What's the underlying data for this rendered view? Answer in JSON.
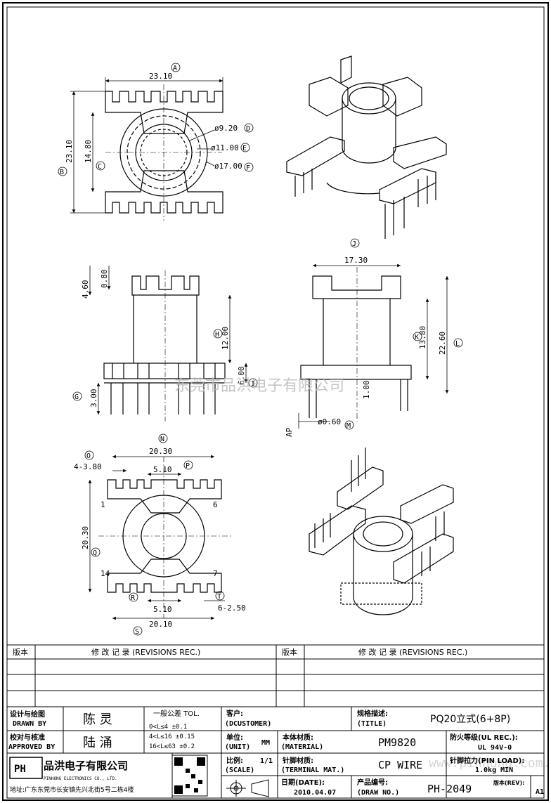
{
  "drawing": {
    "top_view": {
      "label_A": "A",
      "label_B": "B",
      "label_C": "C",
      "label_D": "D",
      "label_E": "E",
      "label_F": "F",
      "dim_width": "23.10",
      "dim_height": "23.10",
      "dim_inner": "14.80",
      "dim_d1": "ø9.20",
      "dim_d2": "ø11.00",
      "dim_d3": "ø17.00"
    },
    "front_view": {
      "label_G": "G",
      "label_H": "H",
      "label_I": "I",
      "dim_top": "4.60",
      "dim_flange": "0.80",
      "dim_body": "12.00",
      "dim_base": "6.00",
      "dim_pin": "3.00"
    },
    "side_view": {
      "label_J": "J",
      "label_K": "K",
      "label_L": "L",
      "label_M": "M",
      "dim_width": "17.30",
      "dim_mid": "13.80",
      "dim_total": "22.60",
      "dim_pin_dia": "ø0.60",
      "dim_pin_len": "1.00",
      "dim_ap": "AP"
    },
    "bottom_view": {
      "label_N": "N",
      "label_O": "O",
      "label_P": "P",
      "label_Q": "Q",
      "label_S": "S",
      "label_T": "T",
      "dim_width": "20.30",
      "dim_slots": "4-3.80",
      "dim_pitch_top": "5.10",
      "dim_height": "20.30",
      "dim_pitch_bottom": "5.10",
      "dim_slot_w": "6-2.50",
      "dim_base": "20.10",
      "pin_1": "1",
      "pin_6": "6",
      "pin_7": "7",
      "pin_14": "14"
    },
    "watermark": "东莞市品洪电子有限公司",
    "watermark_url": "www.pinhong.com.td"
  },
  "revisions": {
    "col1": "版本",
    "col2": "修 改 记 录 (REVISIONS REC.)",
    "col3": "版本",
    "col4": "修 改 记 录 (REVISIONS REC.)"
  },
  "title_block": {
    "design_label_cn": "设计与绘图",
    "design_label_en": "DRAWN BY",
    "designer": "陈 灵",
    "approve_label_cn": "校对与核准",
    "approve_label_en": "APPROVED BY",
    "approver": "陆 涌",
    "tol_title": "一般公差 TOL.",
    "tol_row1": "0<L≤4    ±0.1",
    "tol_row2": "4<L≤16   ±0.15",
    "tol_row3": "16<L≤63  ±0.2",
    "company_cn": "品洪电子有限公司",
    "company_en": "PINHONG ELECTRONICS CO., LTD.",
    "address": "地址:广东东莞市长安镇先兴北街5号二栋4楼",
    "customer_label_cn": "客户:",
    "customer_label_en": "(DCUSTOMER)",
    "unit_label_cn": "单位:",
    "unit_label_en": "(UNIT)",
    "unit": "MM",
    "scale_label_cn": "比例:",
    "scale_label_en": "(SCALE)",
    "scale": "1/1",
    "title_label_cn": "规格描述:",
    "title_label_en": "(TITLE)",
    "title": "PQ20立式(6+8P)",
    "material_label_cn": "本体材质:",
    "material_label_en": "(MATERIAL)",
    "material": "PM9820",
    "fire_label": "防火等级(UL REC.):",
    "fire": "UL 94V-0",
    "terminal_label_cn": "针脚材质:",
    "terminal_label_en": "(TERMINAL MAT.)",
    "terminal": "CP WIRE",
    "pinload_label": "针脚拉力(PIN LOAD):",
    "pinload": "1.0kg MIN",
    "date_label_cn": "日期(DATE):",
    "date": "2010.04.07",
    "drawno_label_cn": "产品编号:",
    "drawno_label_en": "(DRAW NO.)",
    "drawno": "PH-2049",
    "rev_label": "版本(REV):",
    "rev": "A1"
  }
}
